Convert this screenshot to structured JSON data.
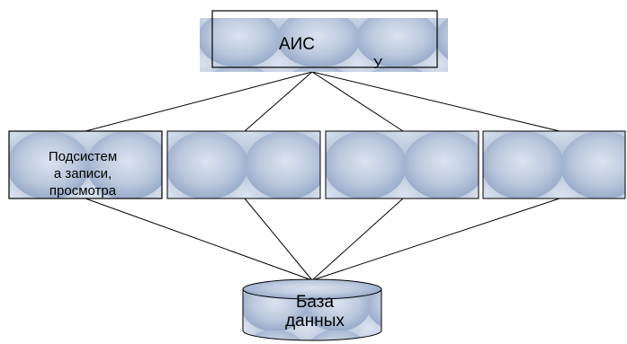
{
  "diagram": {
    "root": {
      "lines": [
        "АИС",
        "У"
      ]
    },
    "subsystems": [
      {
        "lines": [
          "Подсистем",
          "а записи,",
          "просмотра"
        ]
      },
      {
        "lines": []
      },
      {
        "lines": []
      },
      {
        "lines": []
      }
    ],
    "database": {
      "lines": [
        "База",
        "данных"
      ]
    }
  },
  "colors": {
    "fill_light": "#bcc8dd",
    "fill_mid": "#8fa3c4",
    "fill_dark": "#0a0a0a",
    "line": "#000000",
    "background": "#ffffff"
  }
}
